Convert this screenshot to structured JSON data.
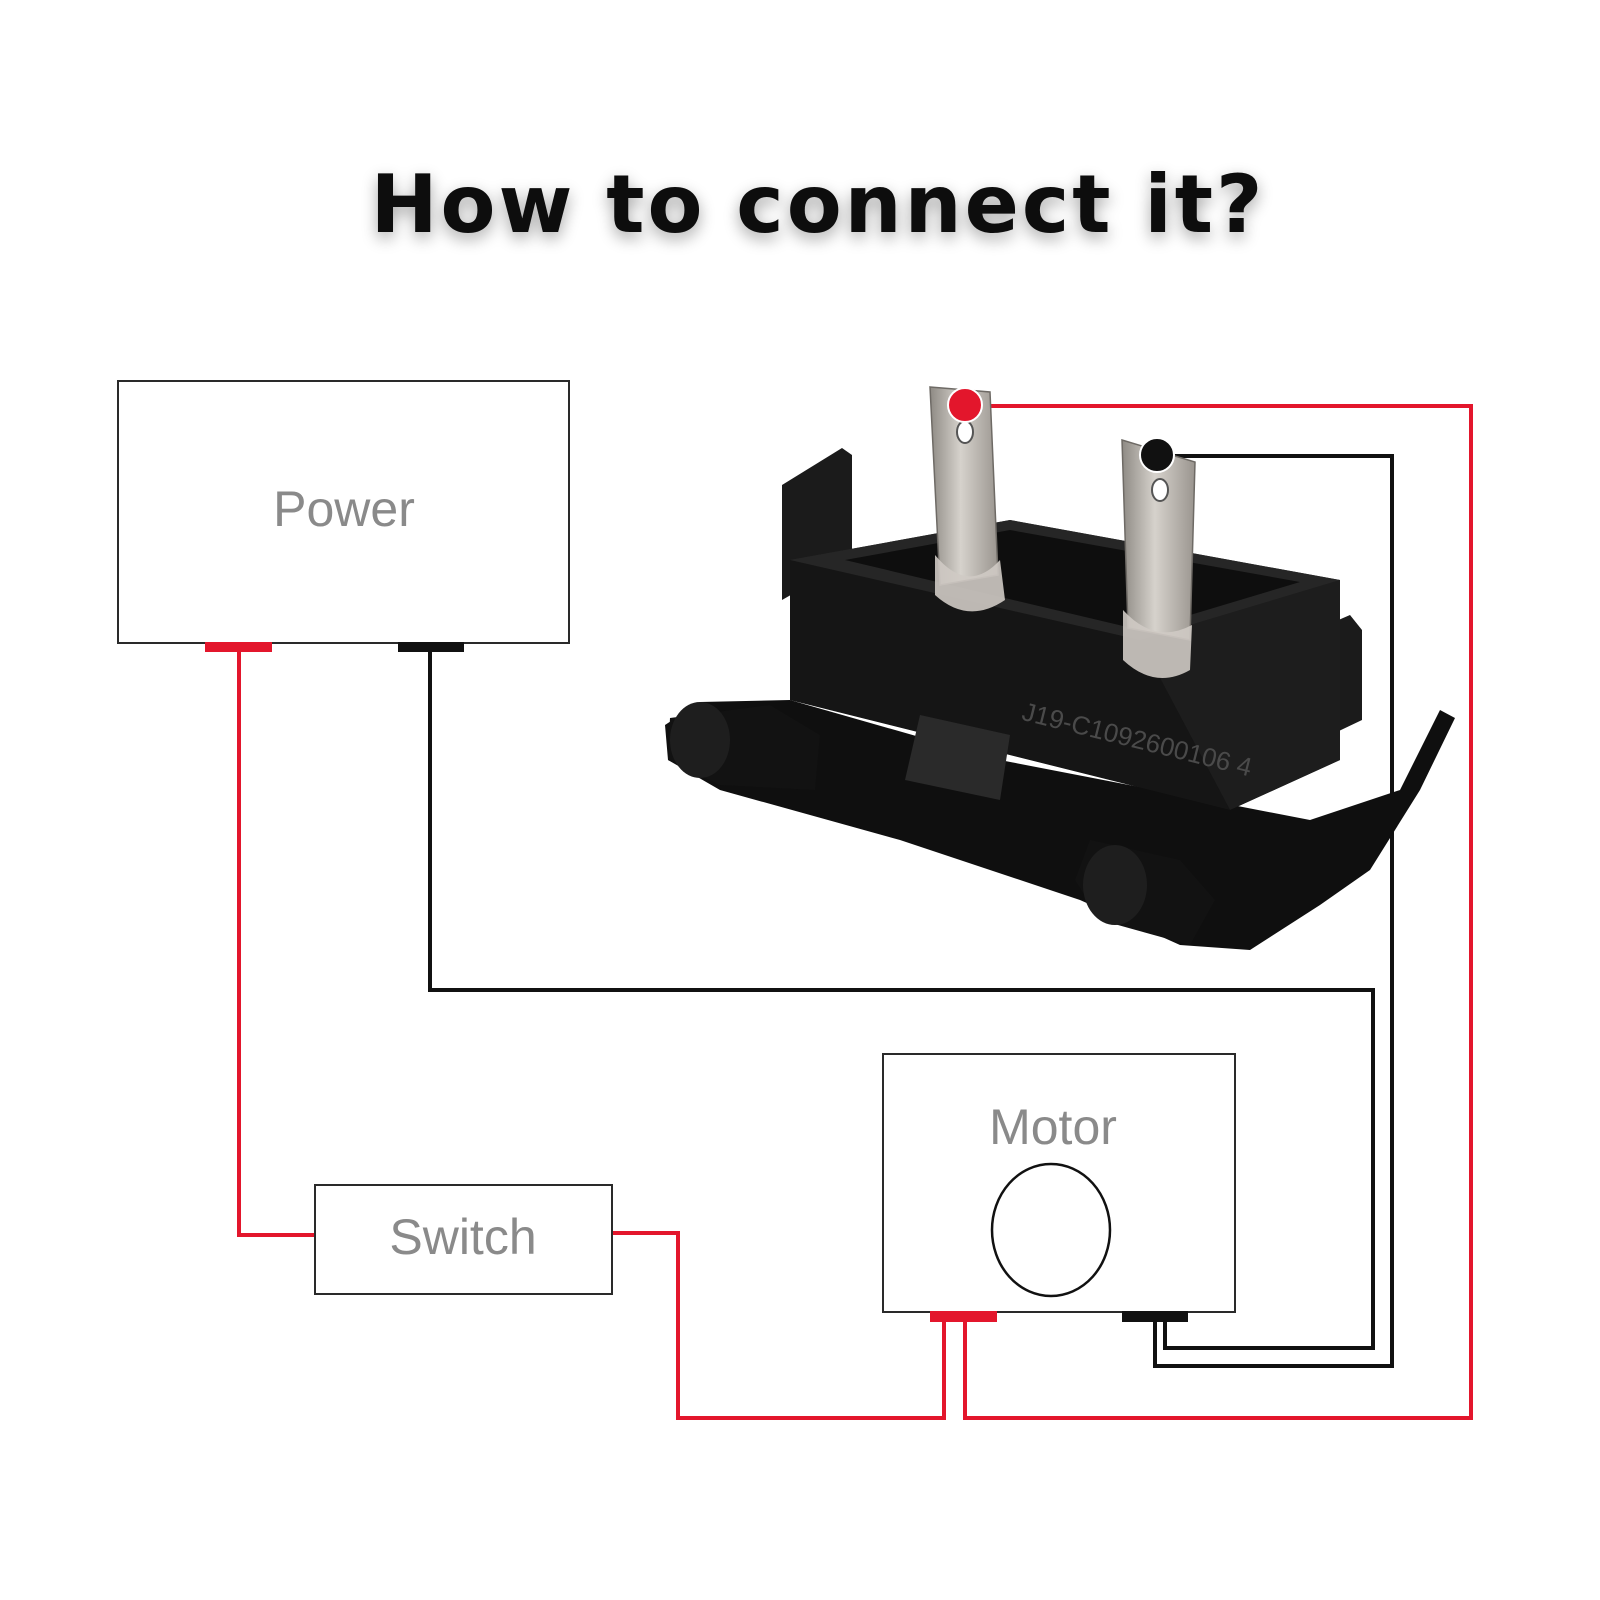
{
  "title": "How to connect it?",
  "components": {
    "power": {
      "label": "Power"
    },
    "switch": {
      "label": "Switch"
    },
    "motor": {
      "label": "Motor"
    }
  },
  "device": {
    "name": "rocker-switch-photo",
    "marking": "J19-C1092600106 4"
  },
  "colors": {
    "title": "#0a0a0a",
    "box_border": "#2a2a2a",
    "box_label": "#8a8a8a",
    "positive_wire": "#e3162c",
    "negative_wire": "#111111",
    "switch_body": "#141414",
    "terminal_metal": "#b9b4ad"
  }
}
